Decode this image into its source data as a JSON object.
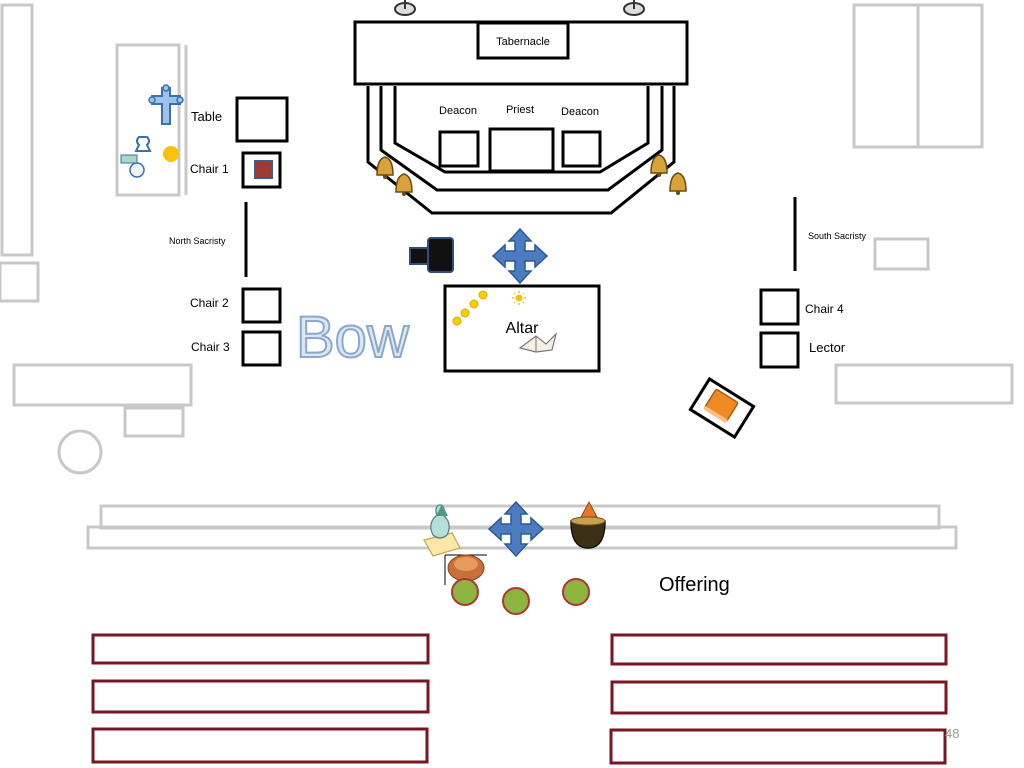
{
  "labels": {
    "tabernacle": "Tabernacle",
    "deacon_left": "Deacon",
    "priest": "Priest",
    "deacon_right": "Deacon",
    "table": "Table",
    "chair1": "Chair 1",
    "north_sacristy": "North Sacristy",
    "chair2": "Chair 2",
    "chair3": "Chair 3",
    "bow": "Bow",
    "altar": "Altar",
    "south_sacristy": "South Sacristy",
    "chair4": "Chair 4",
    "lector": "Lector",
    "offering": "Offering",
    "page_number": "48"
  },
  "icons": {
    "processional_cross": "processional-cross-icon",
    "cruet": "cruet-icon",
    "candle": "candle-icon",
    "bell": "altar-bell-icon",
    "camera": "camera-icon",
    "move_arrows": "move-arrows-icon",
    "open_book": "open-book-icon",
    "lectionary": "lectionary-book-icon",
    "bread_basket": "bread-basket-icon",
    "collection_bowl": "collection-bowl-icon",
    "sun": "sun-icon"
  },
  "colors": {
    "furniture_gray": "#c8c8c8",
    "pew_red": "#7a1622",
    "person_green": "#8db43f",
    "person_ring": "#b03535",
    "arrow_blue": "#4a7cbf",
    "chair1_fill": "#9c3a3a",
    "bow_fill": "#dbe7f4",
    "bow_outline": "#8aa8cc"
  }
}
